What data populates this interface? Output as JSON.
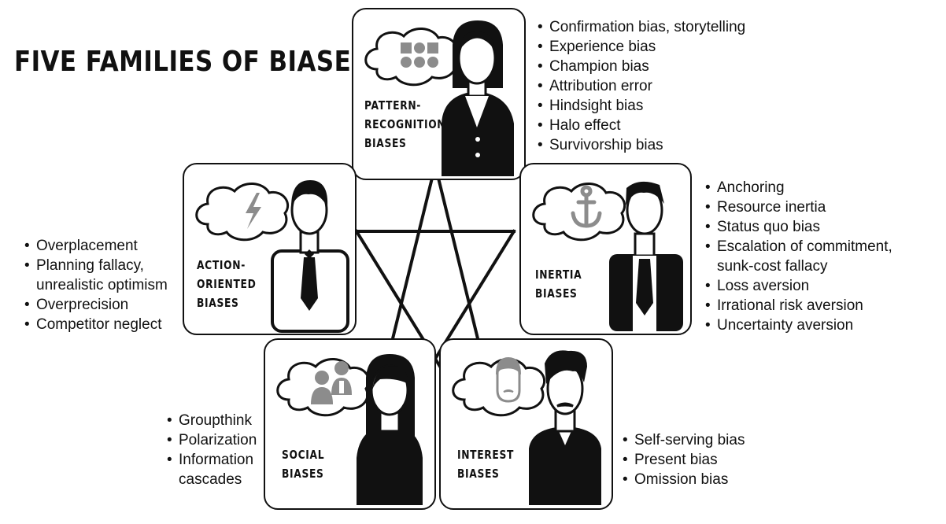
{
  "title": "FIVE FAMILIES OF BIASES",
  "colors": {
    "ink": "#111111",
    "cloud_art": "#8c8c8c",
    "background": "#ffffff"
  },
  "families": {
    "pattern": {
      "label": [
        "PATTERN-",
        "RECOGNITION",
        "BIASES"
      ],
      "icon": "shapes-grid-icon",
      "biases": [
        "Confirmation bias, storytelling",
        "Experience bias",
        "Champion bias",
        "Attribution error",
        "Hindsight bias",
        "Halo effect",
        "Survivorship bias"
      ]
    },
    "action": {
      "label": [
        "ACTION-",
        "ORIENTED",
        "BIASES"
      ],
      "icon": "lightning-icon",
      "biases": [
        "Overplacement",
        "Planning fallacy,",
        "unrealistic optimism",
        "Overprecision",
        "Competitor neglect"
      ]
    },
    "inertia": {
      "label": [
        "INERTIA",
        "BIASES"
      ],
      "icon": "anchor-icon",
      "biases": [
        "Anchoring",
        "Resource inertia",
        "Status quo bias",
        "Escalation of commitment,",
        "sunk-cost fallacy",
        "Loss aversion",
        "Irrational risk aversion",
        "Uncertainty aversion"
      ]
    },
    "social": {
      "label": [
        "SOCIAL",
        "BIASES"
      ],
      "icon": "people-group-icon",
      "biases": [
        "Groupthink",
        "Polarization",
        "Information",
        "cascades"
      ]
    },
    "interest": {
      "label": [
        "INTEREST",
        "BIASES"
      ],
      "icon": "face-icon",
      "biases": [
        "Self-serving bias",
        "Present bias",
        "Omission bias"
      ]
    }
  }
}
